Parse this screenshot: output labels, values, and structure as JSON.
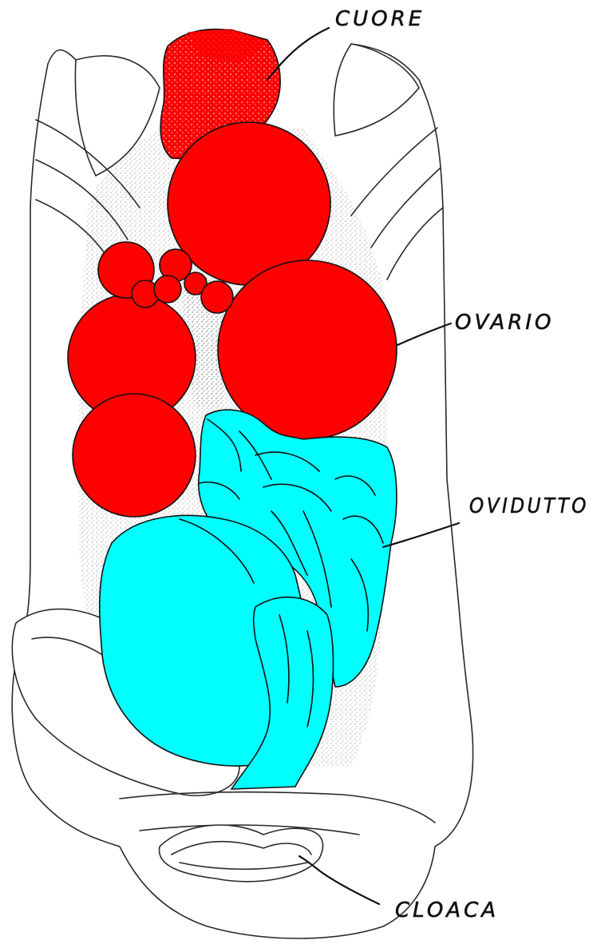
{
  "labels": {
    "heart": "CUORE",
    "ovary": "OVARIO",
    "oviduct": "OVIDUTTO",
    "cloaca": "CLOACA"
  },
  "colors": {
    "heart": "#ff0000",
    "ovary": "#ff0000",
    "oviduct": "#00ffff",
    "ink": "#111111",
    "background": "#ffffff"
  }
}
